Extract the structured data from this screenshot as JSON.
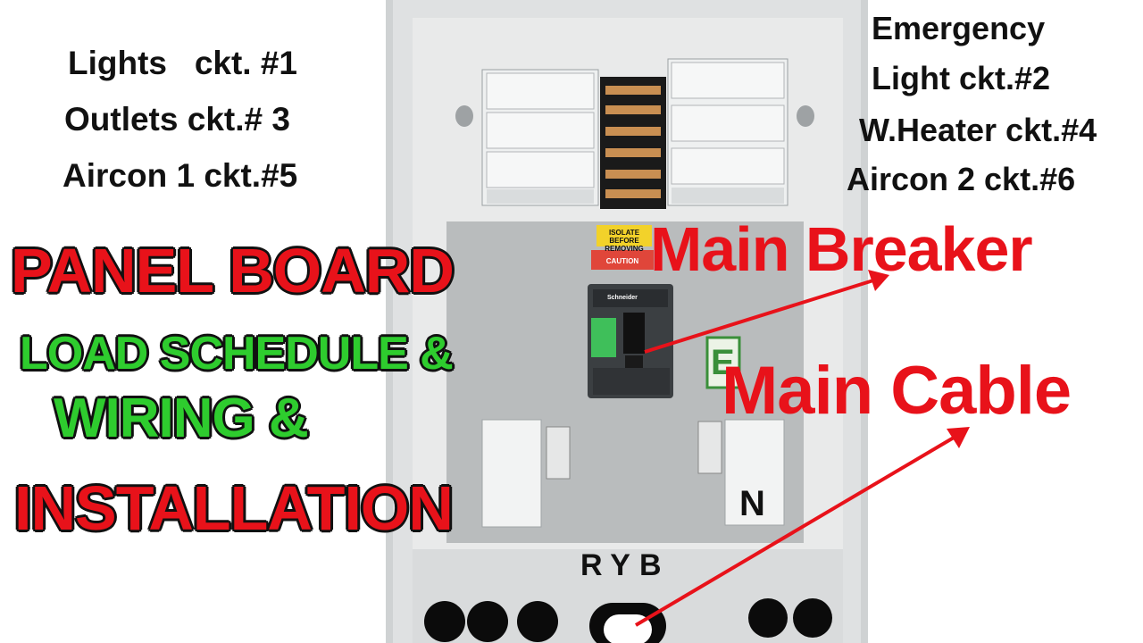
{
  "left_circuits": [
    "Lights   ckt. #1",
    "Outlets ckt.# 3",
    "Aircon 1 ckt.#5"
  ],
  "right_circuits": [
    "Emergency",
    "Light ckt.#2",
    "W.Heater ckt.#4",
    "Aircon 2 ckt.#6"
  ],
  "title": {
    "line1": "PANEL BOARD",
    "line2": "LOAD SCHEDULE &",
    "line3": "WIRING &",
    "line4": "INSTALLATION"
  },
  "callouts": {
    "main_breaker": "Main Breaker",
    "main_cable": "Main Cable"
  },
  "panel": {
    "phase_label": "RYB",
    "neutral_label": "N",
    "earth_label": "E",
    "warning_label": "ISOLATE BEFORE REMOVING",
    "caution_label": "CAUTION",
    "breaker_brand": "Schneider"
  },
  "colors": {
    "red_text": "#e8121a",
    "green_text": "#2ecc2e",
    "arrow": "#e8121a",
    "enclosure": "#d7d9da",
    "backplate": "#b9bcbd"
  }
}
